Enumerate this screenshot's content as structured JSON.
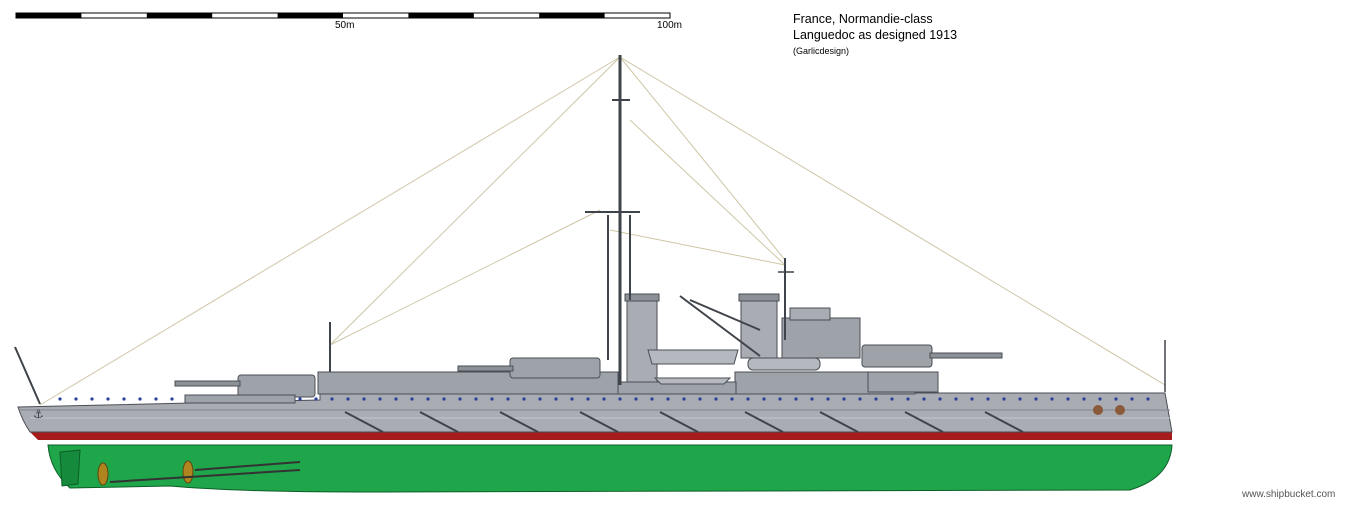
{
  "scale_bar": {
    "label_mid": "50m",
    "label_end": "100m"
  },
  "title_block": {
    "line1": "France, Normandie-class",
    "line2": "Languedoc as designed 1913",
    "credit": "(Garlicdesign)"
  },
  "watermark": "www.shipbucket.com",
  "colors": {
    "hull_gray": "#a9adb3",
    "superstructure_gray": "#9ea3aa",
    "waterline_red": "#a61c1c",
    "underwater_green": "#1fa54a",
    "rigging": "#cfc6a6",
    "porthole_blue": "#2a3f9a",
    "propeller_bronze": "#b0851f"
  }
}
